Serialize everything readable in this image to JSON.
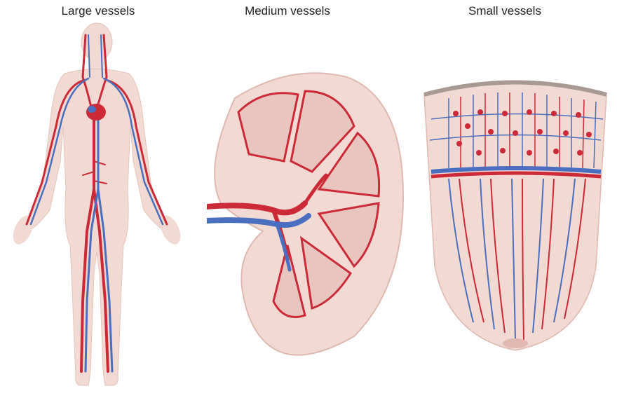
{
  "panels": [
    {
      "title": "Large vessels",
      "illustration": "human-body-circulation"
    },
    {
      "title": "Medium vessels",
      "illustration": "kidney-vasculature"
    },
    {
      "title": "Small vessels",
      "illustration": "tissue-capillary-network"
    }
  ],
  "colors": {
    "artery": "#cc2a36",
    "vein": "#4a6fc0",
    "tissue": "#f2d9d2",
    "tissue_dark": "#e0b9b0",
    "capsule": "#a89a92"
  }
}
